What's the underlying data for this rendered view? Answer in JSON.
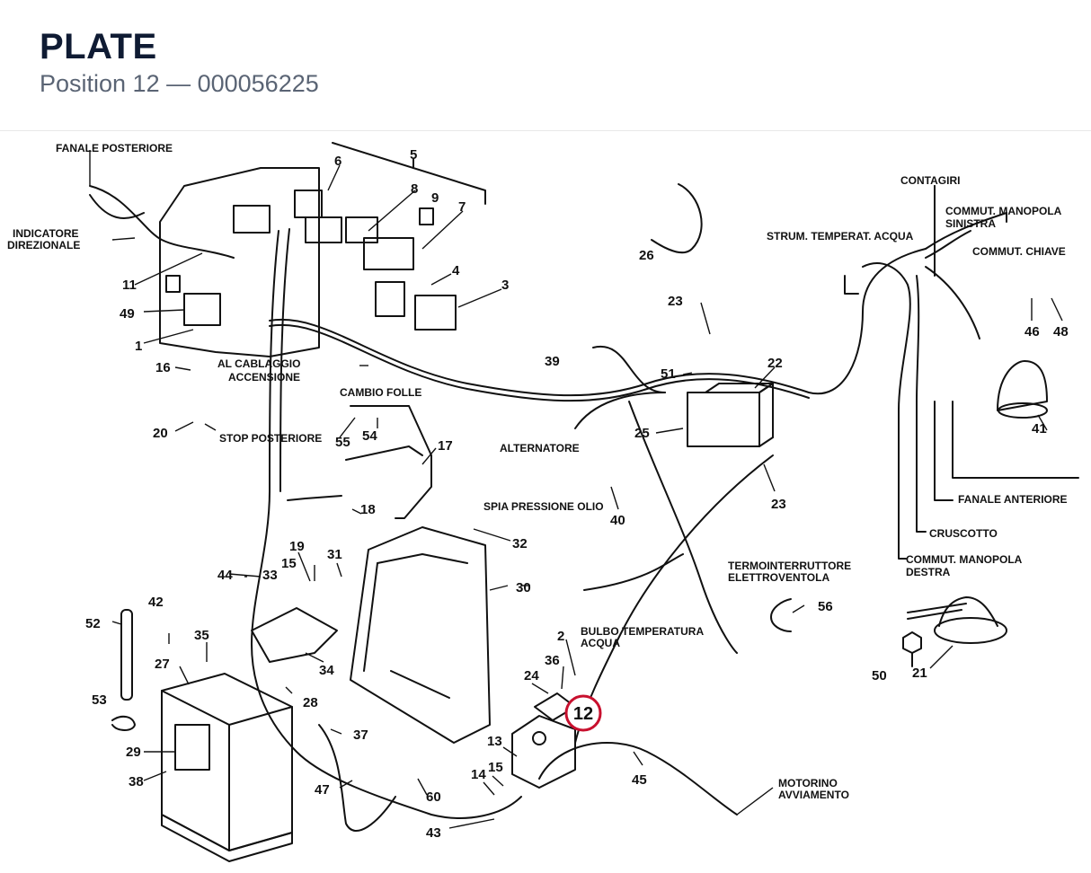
{
  "header": {
    "title": "PLATE",
    "subtitle": "Position 12 — 000056225"
  },
  "highlight": {
    "label": "12",
    "color": "#c8102e"
  },
  "diagram": {
    "labels": {
      "fanale_posteriore": "FANALE POSTERIORE",
      "indicatore_1": "INDICATORE",
      "indicatore_2": "DIREZIONALE",
      "al_cablaggio_1": "AL CABLAGGIO",
      "al_cablaggio_2": "ACCENSIONE",
      "cambio_folle": "CAMBIO FOLLE",
      "stop_posteriore": "STOP POSTERIORE",
      "alternatore": "ALTERNATORE",
      "spia_pressione": "SPIA PRESSIONE OLIO",
      "strum_temperat": "STRUM. TEMPERAT. ACQUA",
      "contagiri": "CONTAGIRI",
      "commut_sinistra_1": "COMMUT. MANOPOLA",
      "commut_sinistra_2": "SINISTRA",
      "commut_chiave": "COMMUT. CHIAVE",
      "fanale_anteriore": "FANALE ANTERIORE",
      "cruscotto": "CRUSCOTTO",
      "commut_destra_1": "COMMUT. MANOPOLA",
      "commut_destra_2": "DESTRA",
      "termo_1": "TERMOINTERRUTTORE",
      "termo_2": "ELETTROVENTOLA",
      "bulbo_1": "BULBO TEMPERATURA",
      "bulbo_2": "ACQUA",
      "motorino_1": "MOTORINO",
      "motorino_2": "AVVIAMENTO"
    },
    "numbers": {
      "n1": "1",
      "n2": "2",
      "n3": "3",
      "n4": "4",
      "n5": "5",
      "n6": "6",
      "n7": "7",
      "n8": "8",
      "n9": "9",
      "n11": "11",
      "n13": "13",
      "n14": "14",
      "n15a": "15",
      "n15b": "15",
      "n16": "16",
      "n17": "17",
      "n18": "18",
      "n19": "19",
      "n20": "20",
      "n21": "21",
      "n22": "22",
      "n23a": "23",
      "n23b": "23",
      "n24": "24",
      "n25": "25",
      "n26": "26",
      "n27": "27",
      "n28": "28",
      "n29": "29",
      "n30": "30",
      "n31": "31",
      "n32": "32",
      "n33": "33",
      "n34": "34",
      "n35": "35",
      "n36": "36",
      "n37": "37",
      "n38": "38",
      "n39": "39",
      "n40": "40",
      "n41": "41",
      "n42": "42",
      "n43": "43",
      "n44": "44",
      "n45": "45",
      "n46": "46",
      "n47": "47",
      "n48": "48",
      "n49": "49",
      "n50": "50",
      "n51": "51",
      "n52": "52",
      "n53": "53",
      "n54": "54",
      "n55": "55",
      "n56": "56",
      "n60": "60"
    }
  }
}
